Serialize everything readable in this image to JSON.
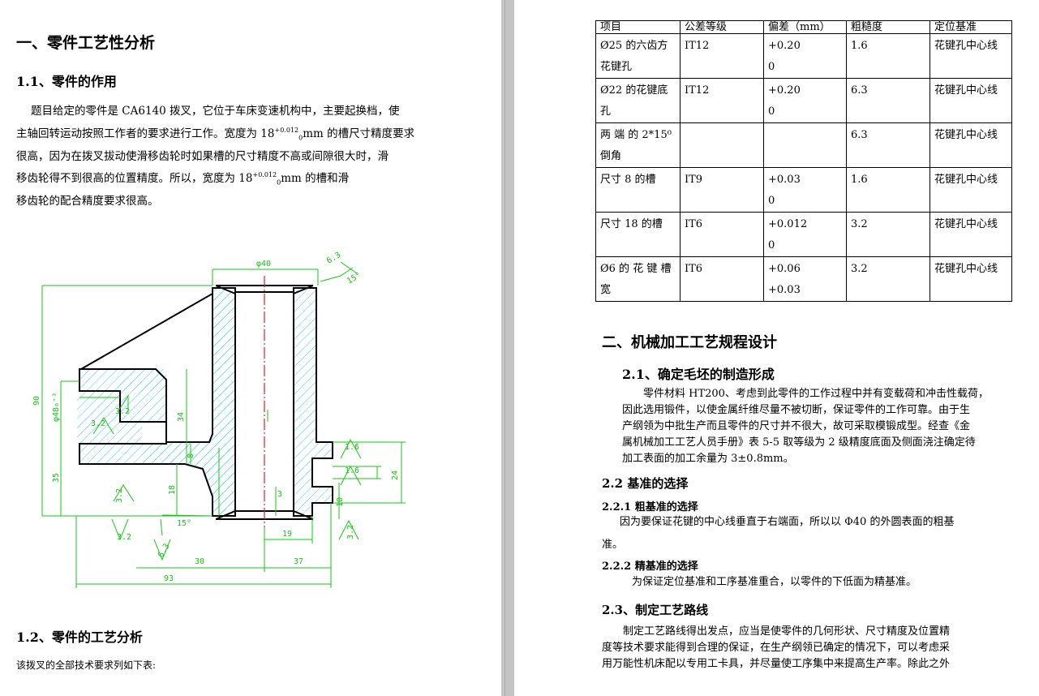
{
  "left_page": {
    "h1": "一、零件工艺性分析",
    "h2_1": "1.1、零件的作用",
    "para1": {
      "line1": "题目给定的零件是 CA6140 拨叉，它位于车床变速机构中，主要起换档，使",
      "line2": "主轴回转运动按照工作者的要求进行工作。宽度为 18",
      "tol_sup": "+0.012",
      "tol_sub": "0",
      "line2_end": "mm 的槽尺寸精度要求",
      "line3": "很高，因为在拨叉拔动使滑移齿轮时如果槽的尺寸精度不高或间隙很大时，滑",
      "line4_a": "移齿轮得不到很高的位置精度。所以，宽度为 18",
      "line4_end": "mm 的槽和滑",
      "line5": "移齿轮的配合精度要求很高。"
    },
    "drawing": {
      "dims": {
        "d40": "φ40",
        "r63_top": "6.3",
        "a15_top": "15°",
        "d90": "90",
        "d48": "φ48₀⁺³",
        "r32_a": "3.2",
        "r32_b": "3.2",
        "d34": "34",
        "d35": "35",
        "d8": "8",
        "r32_c": "3.2",
        "d18": "18",
        "a15": "15°",
        "r32_d": "3.2",
        "r63": "6.3",
        "d3": "3",
        "d19": "19",
        "r16": "1.6",
        "r16b": "1.6",
        "d10": "10",
        "d24": "24",
        "r32_e": "3.2",
        "d30": "30",
        "d37": "37",
        "d93": "93"
      }
    },
    "h2_2": "1.2、零件的工艺分析",
    "para2": "该拨叉的全部技术要求列如下表:"
  },
  "right_page": {
    "table": {
      "headers": [
        "项目",
        "公差等级",
        "偏差（mm）",
        "粗糙度",
        "定位基准"
      ],
      "rows": [
        [
          "Ø25 的六齿方\n花键孔",
          "IT12",
          "+0.20\n  0",
          "1.6",
          "花键孔中心线"
        ],
        [
          "Ø22 的花键底\n孔",
          "IT12",
          "+0.20\n  0",
          "6.3",
          "花键孔中心线"
        ],
        [
          "两 端 的 2*15⁰\n倒角",
          "",
          "",
          "6.3",
          "花键孔中心线"
        ],
        [
          "尺寸 8 的槽",
          "IT9",
          "+0.03\n  0",
          "1.6",
          "花键孔中心线"
        ],
        [
          "尺寸 18 的槽",
          "IT6",
          "+0.012\n  0",
          "3.2",
          "花键孔中心线"
        ],
        [
          "Ø6 的 花 键 槽\n宽",
          "IT6",
          "+0.06\n+0.03",
          "3.2",
          "花键孔中心线"
        ]
      ]
    },
    "h1": "二、机械加工工艺规程设计",
    "h2_1": "2.1、确定毛坯的制造形成",
    "para1": [
      "零件材料 HT200、考虑到此零件的工作过程中并有变载荷和冲击性载荷，",
      "因此选用锻件，以使金属纤维尽量不被切断，保证零件的工作可靠。由于生",
      "产纲领为中批生产而且零件的尺寸并不很大，故可采取模锻成型。经查《金",
      "属机械加工工艺人员手册》表 5-5 取等级为 2 级精度底面及侧面浇注确定待",
      "加工表面的加工余量为 3±0.8mm。"
    ],
    "h2_2": "2.2 基准的选择",
    "h3_1": "2.2.1 粗基准的选择",
    "para2": [
      "因为要保证花键的中心线垂直于右端面，所以以 Φ40 的外圆表面的粗基",
      "准。"
    ],
    "h3_2": "2.2.2 精基准的选择",
    "para3": "为保证定位基准和工序基准重合，以零件的下低面为精基准。",
    "h2_3": "2.3、制定工艺路线",
    "para4": [
      "制定工艺路线得出发点，应当是使零件的几何形状、尺寸精度及位置精",
      "度等技术要求能得到合理的保证，在生产纲领已确定的情况下，可以考虑采",
      "用万能性机床配以专用工卡具，并尽量使工序集中来提高生产率。除此之外"
    ]
  }
}
